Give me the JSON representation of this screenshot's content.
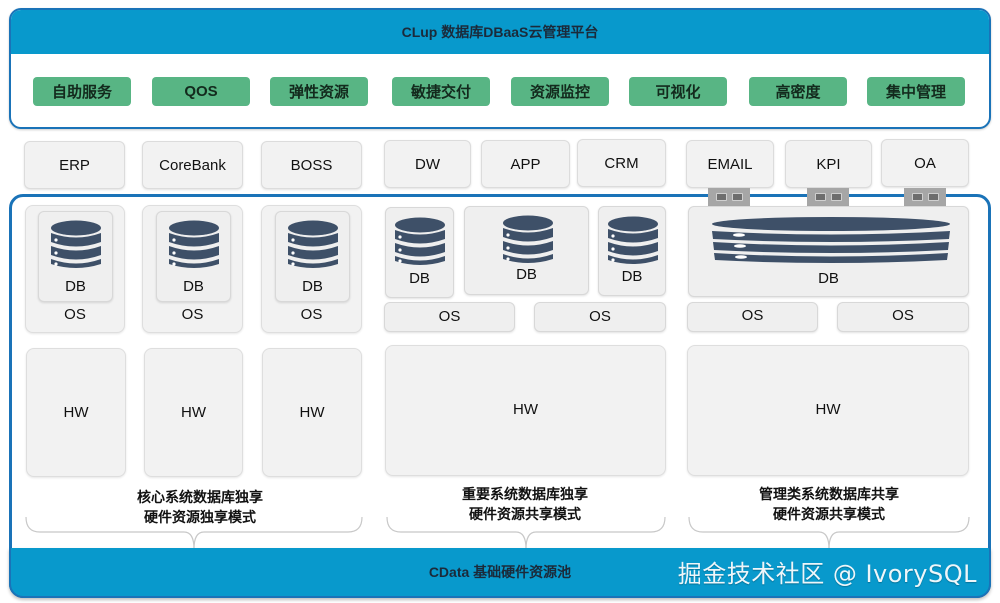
{
  "platform": {
    "title": "CLup 数据库DBaaS云管理平台",
    "features": [
      "自助服务",
      "QOS",
      "弹性资源",
      "敏捷交付",
      "资源监控",
      "可视化",
      "高密度",
      "集中管理"
    ]
  },
  "apps": {
    "core": [
      "ERP",
      "CoreBank",
      "BOSS"
    ],
    "important": [
      "DW",
      "APP",
      "CRM"
    ],
    "management": [
      "EMAIL",
      "KPI",
      "OA"
    ]
  },
  "layers": {
    "db": "DB",
    "os": "OS",
    "hw": "HW"
  },
  "groups": {
    "core": {
      "line1": "核心系统数据库独享",
      "line2": "硬件资源独享模式"
    },
    "important": {
      "line1": "重要系统数据库独享",
      "line2": "硬件资源共享模式"
    },
    "management": {
      "line1": "管理类系统数据库共享",
      "line2": "硬件资源共享模式"
    }
  },
  "pool": {
    "label": "CData 基础硬件资源池"
  },
  "watermark": "掘金技术社区 @ IvorySQL",
  "colors": {
    "header_blue": "#0899cc",
    "border_blue": "#1a73b8",
    "feature_green": "#58b584",
    "db_icon": "#3e5068",
    "box_gray": "#f2f2f2"
  }
}
